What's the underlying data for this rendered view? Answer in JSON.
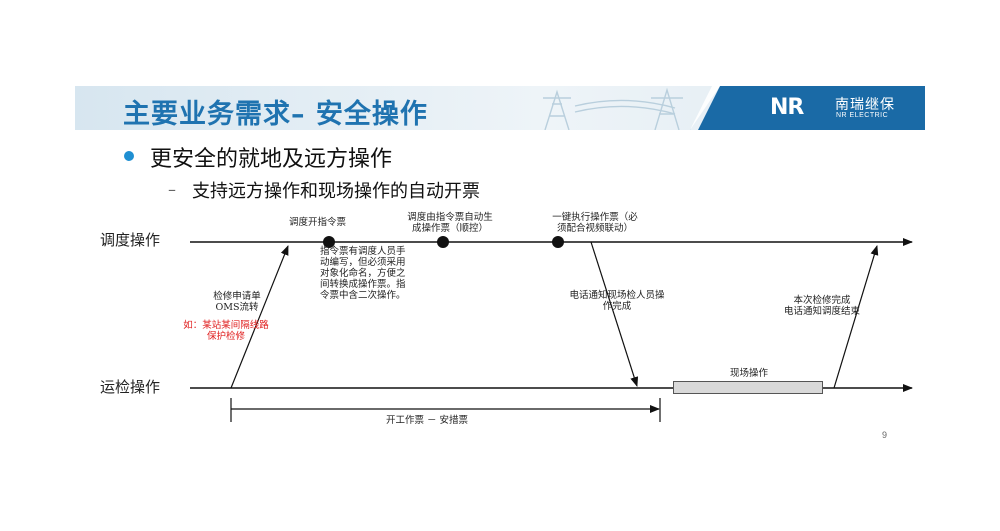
{
  "header": {
    "title": "主要业务需求– 安全操作",
    "brand_logo": "NR",
    "brand_cn": "南瑞继保",
    "brand_en": "NR ELECTRIC"
  },
  "bullets": {
    "level1": "更安全的就地及远方操作",
    "level2_dash": "–",
    "level2": "支持远方操作和现场操作的自动开票"
  },
  "diagram": {
    "lanes": {
      "dispatch": "调度操作",
      "maintenance": "运检操作"
    },
    "labels": {
      "dispatch_ticket": "调度开指令票",
      "auto_gen_line1": "调度由指令票自动生",
      "auto_gen_line2": "成操作票（顺控）",
      "one_key_line1": "一键执行操作票（必",
      "one_key_line2": "须配合视频联动）",
      "note_line1": "指令票有调度人员手",
      "note_line2": "动编写，但必须采用",
      "note_line3": "对象化命名，方便之",
      "note_line4": "间转换成操作票。指",
      "note_line5": "令票中含二次操作。",
      "request_line1": "检修申请单",
      "request_line2": "OMS流转",
      "example_line1": "如：某站某间隔线路",
      "example_line2": "保护检修",
      "notify_line1": "电话通知现场检人员操",
      "notify_line2": "作完成",
      "complete_line1": "本次检修完成",
      "complete_line2": "电话通知调度结束",
      "site_op": "现场操作",
      "work_ticket": "开工作票 － 安措票"
    }
  },
  "page_number": "9",
  "colors": {
    "title_blue": "#1f73b0",
    "brand_bg": "#1a6aa6",
    "bullet_blue": "#1f8fd2",
    "example_red": "#e02020"
  }
}
